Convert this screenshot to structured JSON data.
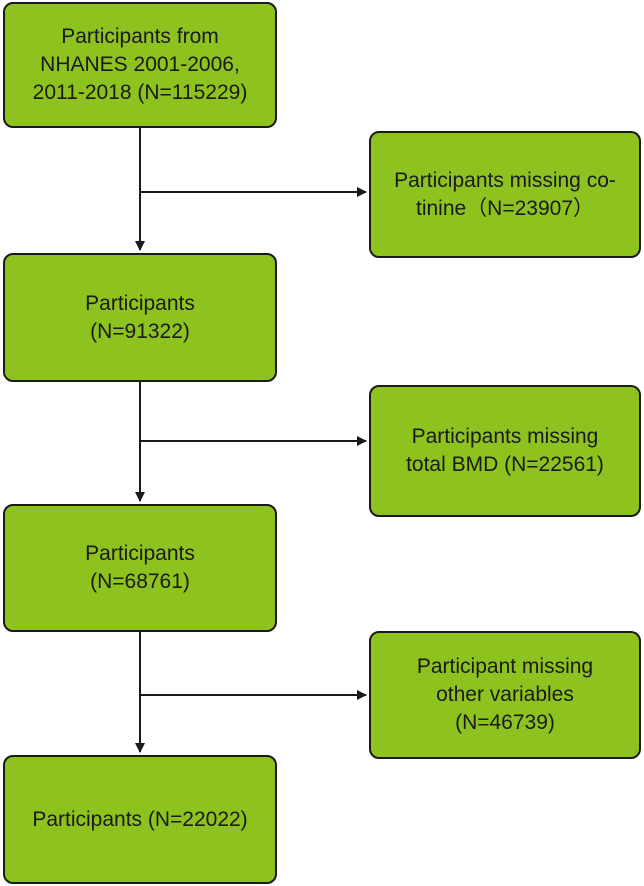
{
  "flowchart": {
    "main_boxes": [
      {
        "lines": [
          "Participants from",
          "NHANES 2001-2006,",
          "2011-2018 (N=115229)"
        ]
      },
      {
        "lines": [
          "Participants",
          "(N=91322)"
        ]
      },
      {
        "lines": [
          "Participants",
          "(N=68761)"
        ]
      },
      {
        "lines": [
          "Participants (N=22022)"
        ]
      }
    ],
    "exclusion_boxes": [
      {
        "lines": [
          "Participants missing co-",
          "tinine（N=23907）"
        ]
      },
      {
        "lines": [
          "Participants missing",
          "total BMD (N=22561)"
        ]
      },
      {
        "lines": [
          "Participant missing",
          "other variables",
          "(N=46739)"
        ]
      }
    ]
  },
  "colors": {
    "box_fill": "#8dc21f",
    "box_border": "#1a1a1a",
    "arrow": "#1a1a1a"
  }
}
